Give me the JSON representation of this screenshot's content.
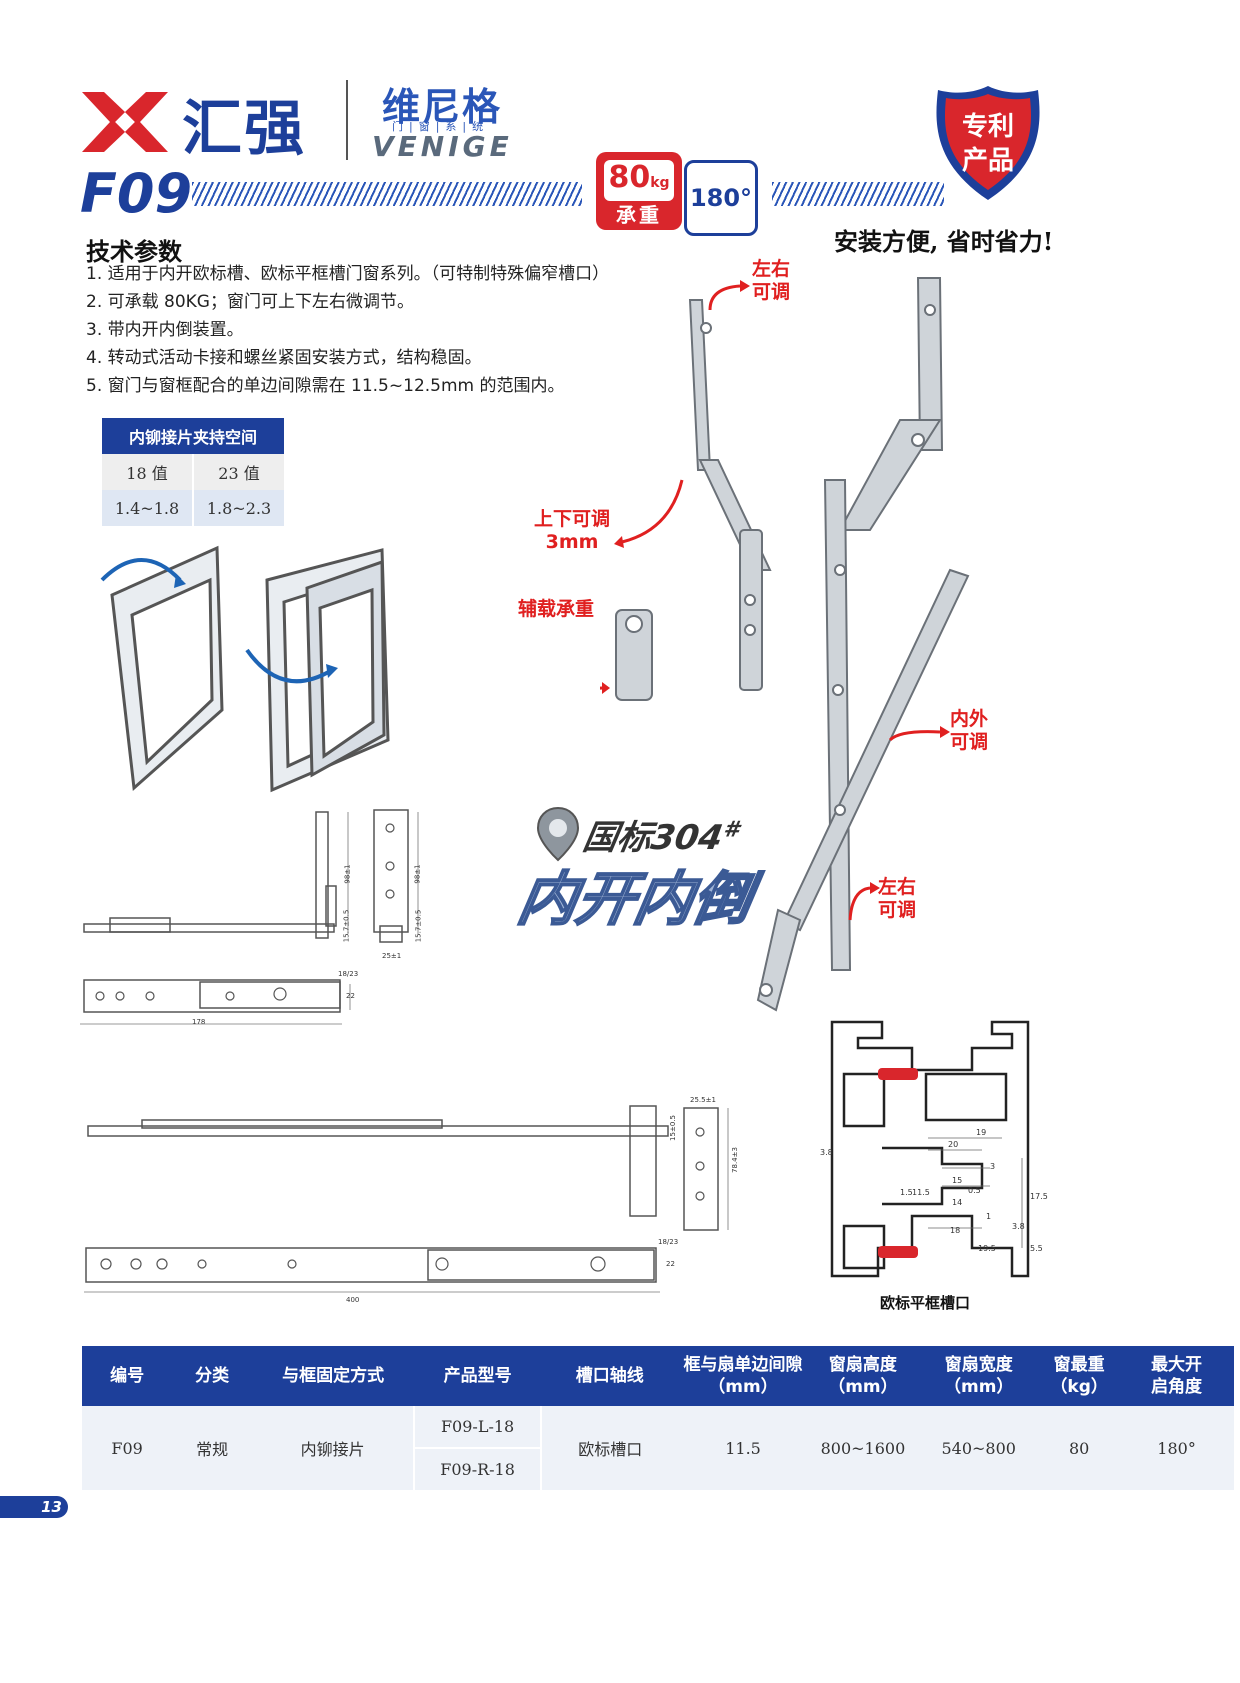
{
  "header": {
    "brand_cn": "汇强",
    "venige_cn": "维尼格",
    "venige_sub": "门|窗|系|统",
    "venige_en": "VENIGE",
    "model": "F09",
    "load_badge": {
      "value": "80",
      "unit": "kg",
      "label": "承重"
    },
    "angle_badge": "180°",
    "patent_badge": [
      "专利",
      "产品"
    ],
    "slogan": "安装方便, 省时省力!"
  },
  "tech": {
    "title": "技术参数",
    "items": [
      "1. 适用于内开欧标槽、欧标平框槽门窗系列。（可特制特殊偏窄槽口）",
      "2. 可承载 80KG；窗门可上下左右微调节。",
      "3. 带内开内倒装置。",
      "4. 转动式活动卡接和螺丝紧固安装方式，结构稳固。",
      "5. 窗门与窗框配合的单边间隙需在 11.5~12.5mm 的范围内。"
    ]
  },
  "clamp_table": {
    "header": "内铆接片夹持空间",
    "row1": [
      "18 值",
      "23 值"
    ],
    "row2": [
      "1.4~1.8",
      "1.8~2.3"
    ]
  },
  "annotations": {
    "lr_top": [
      "左右",
      "可调"
    ],
    "ud": [
      "上下可调",
      "3mm"
    ],
    "aux": "辅载承重",
    "io": [
      "内外",
      "可调"
    ],
    "lr_bottom": [
      "左右",
      "可调"
    ],
    "material": "国标304",
    "material_mark": "#",
    "function": "内开内倒"
  },
  "dims": {
    "d98": "98±1",
    "d15": "15.7±0.5",
    "d25": "25±1",
    "d1823a": "18/23",
    "d22a": "22",
    "d178": "178",
    "d255": "25.5±1",
    "d78": "78.4±3",
    "d15b": "15±0.5",
    "d1823b": "18/23",
    "d22b": "22",
    "d400": "400",
    "profile": [
      "3.8",
      "19",
      "20",
      "15",
      "0.5",
      "1.5",
      "11.5",
      "14",
      "18",
      "1",
      "3.8",
      "17.5",
      "19.5",
      "5.5",
      "3"
    ]
  },
  "profile_caption": "欧标平框槽口",
  "spec_table": {
    "headers": [
      "编号",
      "分类",
      "与框固定方式",
      "产品型号",
      "槽口轴线",
      "框与扇单边间隙（mm）",
      "窗扇高度（mm）",
      "窗扇宽度（mm）",
      "窗最重（kg）",
      "最大开启角度"
    ],
    "header_lines": [
      [
        "编号"
      ],
      [
        "分类"
      ],
      [
        "与框固定方式"
      ],
      [
        "产品型号"
      ],
      [
        "槽口轴线"
      ],
      [
        "框与扇单边间隙",
        "（mm）"
      ],
      [
        "窗扇高度",
        "（mm）"
      ],
      [
        "窗扇宽度",
        "（mm）"
      ],
      [
        "窗最重",
        "（kg）"
      ],
      [
        "最大开",
        "启角度"
      ]
    ],
    "row": {
      "code": "F09",
      "category": "常规",
      "fixing": "内铆接片",
      "models": [
        "F09-L-18",
        "F09-R-18"
      ],
      "axis": "欧标槽口",
      "gap": "11.5",
      "height": "800~1600",
      "width": "540~800",
      "weight": "80",
      "angle": "180°"
    }
  },
  "page_number": "13",
  "colors": {
    "brand_blue": "#1d3f9a",
    "accent_red": "#d9262c",
    "row_bg": "#eef2f8"
  }
}
